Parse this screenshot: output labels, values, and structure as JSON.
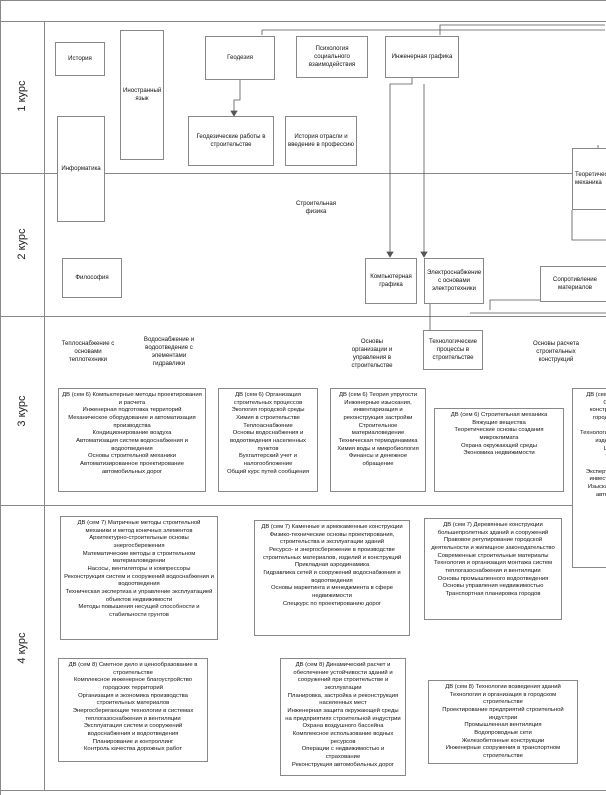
{
  "bands": {
    "course1": "1 курс",
    "course2": "2 курс",
    "course3": "3 курс",
    "course4": "4 курс"
  },
  "boxes": {
    "istoriya": "История",
    "inostranny": "Иностранный язык",
    "geodeziya": "Геодезия",
    "psihologiya": "Психология социального взаимодействия",
    "inzh_grafika": "Инженерная графика",
    "geod_raboty": "Геодезические работы в строительстве",
    "istoriya_otrasli": "История отрасли и введение в профессию",
    "informatika": "Информатика",
    "teor_mehanika": "Теоретическая механика",
    "stroit_fizika": "Строительная физика",
    "filosofiya": "Философия",
    "komp_grafika": "Компьютерная графика",
    "elektrosnab": "Электроснабжение с основами электротехники",
    "sopromat": "Сопротивление материалов",
    "teplosnab": "Теплоснабжение с основами теплотехники",
    "vodosnab": "Водоснабжение и водоотведение с элементами гидравлики",
    "osnovy_org": "Основы организации и управления в строительстве",
    "tehnol_proc": "Технологические процессы в строительстве",
    "osnovy_rascheta": "Основы расчета строительных конструкций"
  },
  "lists": {
    "dv6_a": [
      "ДВ (сем 6) Компьютерные методы проектирования и расчета",
      "Инженерная подготовка территорий",
      "Механическое оборудование и автоматизация производства",
      "Кондиционирование воздуха",
      "Автоматизация систем водоснабжения и водоотведения",
      "Основы строительной механики",
      "Автоматизированное проектирование автомобильных дорог"
    ],
    "dv6_b": [
      "ДВ (сем 6) Организация строительных процессов",
      "Экология городской среды",
      "Химия в строительстве",
      "Теплоаснабжение",
      "Основы водоснабжения и водоотведения населенных пунктов",
      "Бухгалтерский учет и налогообложение",
      "Общий курс путей сообщения"
    ],
    "dv6_c": [
      "ДВ (сем 6) Теория упругости",
      "Инженерные изыскания, инвентаризация и реконструкция застройки",
      "Строительное материаловедение",
      "Техническая термодинамика",
      "Химия воды и микробиология",
      "Финансы и денежное обращение"
    ],
    "dv6_d": [
      "ДВ (сем 6) Строительная механика",
      "Вяжущие вещества",
      "Теоретические основы создания микроклимата",
      "Охрана окружающей среды",
      "Экономика недвижимости"
    ],
    "dv6_e": [
      "ДВ (сем",
      "О",
      "констр",
      "город",
      "",
      "Технологи",
      "изде",
      "Ц",
      "т",
      "",
      "Эксперт",
      "инвест",
      "Изыска",
      "авто"
    ],
    "dv7_a": [
      "ДВ (сем 7) Матричные методы строительной механики и метод конечных элементов",
      "Архитектурно-строительные основы энергосбережения",
      "Математические методы в строительном материаловедении",
      "Насосы, вентиляторы и компрессоры",
      "Реконструкция систем и сооружений водоснабжения и водоотведения",
      "Техническая экспертиза и управление эксплуатацией объектов недвижимости",
      "Методы повышения несущей способности и стабильности грунтов"
    ],
    "dv7_b": [
      "ДВ (сем 7) Каменные и армокаменные конструкции",
      "Физико-технические основы проектирования, строительства и эксплуатации зданий",
      "Ресурсо- и энергосбережение в производстве строительных материалов, изделий и конструкций",
      "Прикладная аэродинамика",
      "Гидравлика сетей и сооружений водоснабжения и водоотведения",
      "Основы маркетинга и менеджмента в сфере недвижимости",
      "Спецкурс по проектированию дорог"
    ],
    "dv7_c": [
      "ДВ (сем 7) Деревянные конструкции большепролетных зданий и сооружений",
      "Правовое регулирование городской деятельности и жилищное законодательство",
      "Современные строительные материалы",
      "Технология и организация монтажа систем теплогазоснабжения и вентиляции",
      "Основы промышленного водоотведения",
      "Основы управления недвижимостью",
      "Транспортная планировка городов"
    ],
    "dv8_a": [
      "ДВ (сем 8) Сметное дело и ценообразование в строительстве",
      "Комплексное инженерное благоустройство городских территорий",
      "Организация и экономика производства строительных материалов",
      "Энергосберегающие технологии в системах теплогазоснабжения и вентиляции",
      "Эксплуатация систем и сооружений водоснабжения и водоотведения",
      "Планирование и контроллинг",
      "Контроль качества дорожных работ"
    ],
    "dv8_b": [
      "ДВ (сем 8) Динамический расчет и обеспечение устойчивости зданий и сооружений при строительстве и эксплуатации",
      "Планировка, застройка и реконструкция населенных мест",
      "Инженерная защита окружающей среды на предприятиях строительной индустрии",
      "Охрана воздушного бассейна",
      "Комплексное использование водных ресурсов",
      "Операции с недвижимостью и страхование",
      "Реконструкция автомобильных дорог"
    ],
    "dv8_c": [
      "ДВ (сем 8) Технологии возведения зданий",
      "Технология и организация в городском строительстве",
      "Проектирование предприятий строительной индустрии",
      "Промышленная вентиляция",
      "Водопроводные сети",
      "Железобетонные конструкции",
      "Инженерные сооружения в транспортном строительстве"
    ]
  }
}
